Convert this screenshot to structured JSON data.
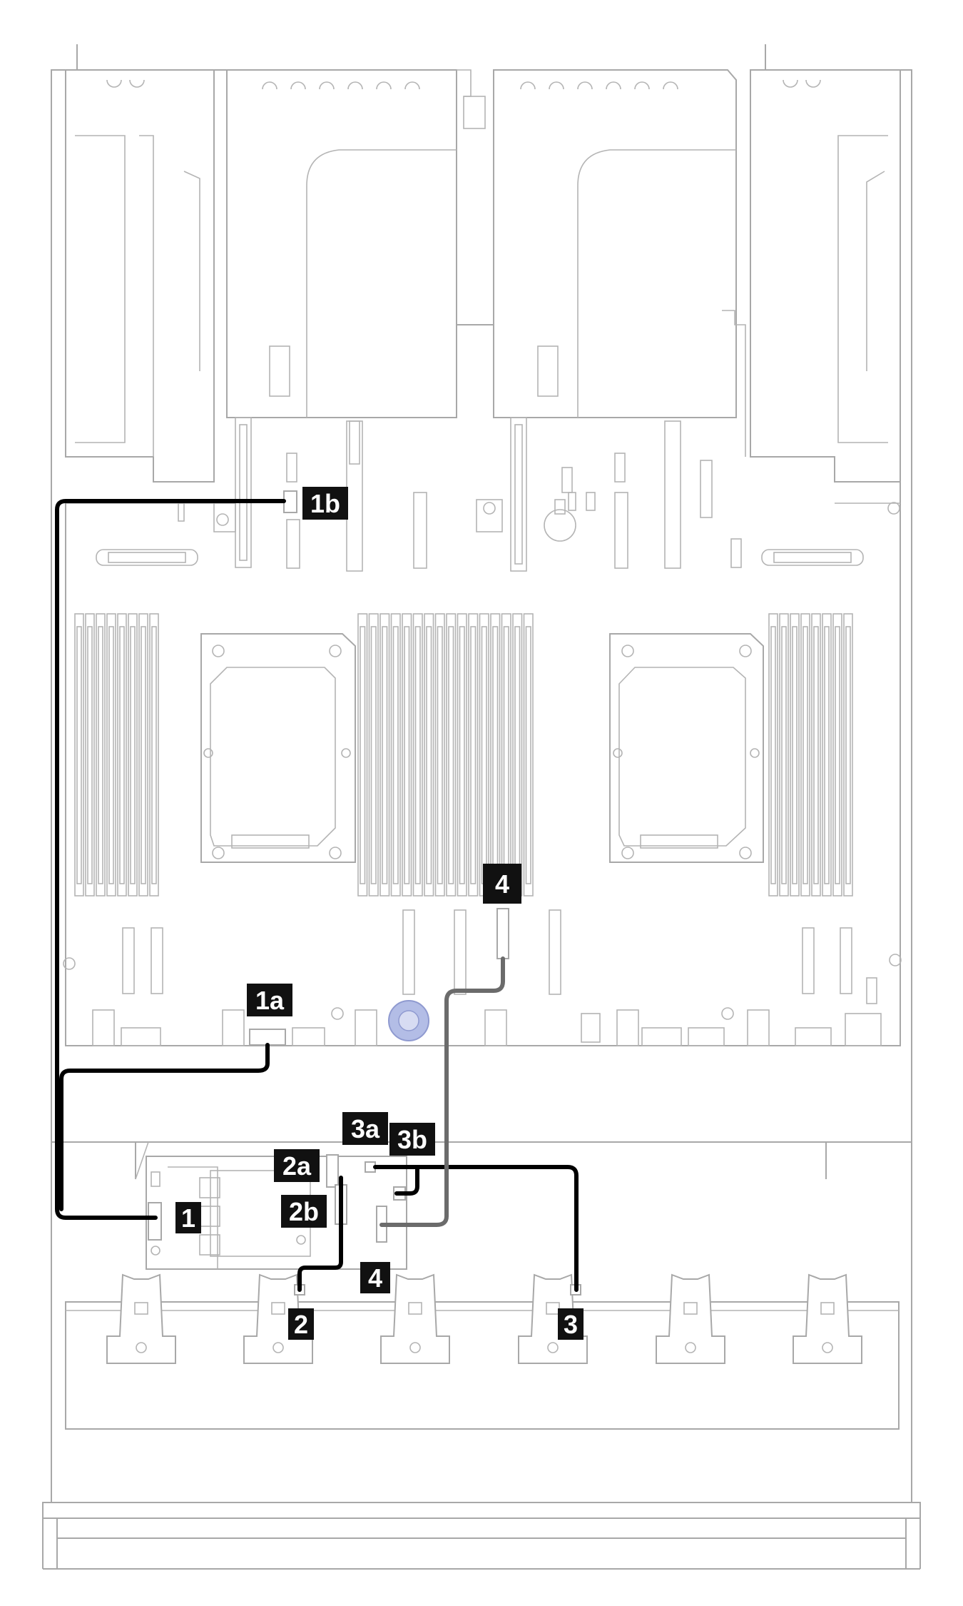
{
  "callouts": {
    "c1": "1",
    "c1a": "1a",
    "c1b": "1b",
    "c2": "2",
    "c2a": "2a",
    "c2b": "2b",
    "c3": "3",
    "c3a": "3a",
    "c3b": "3b",
    "c4_top": "4",
    "c4_bottom": "4"
  },
  "colors": {
    "outline": "#a8a8a8",
    "cable_signal": "#000000",
    "cable_power": "#6b6b6b",
    "callout_background": "#111111",
    "callout_text": "#ffffff",
    "fan_accent": "#b3bde6"
  }
}
